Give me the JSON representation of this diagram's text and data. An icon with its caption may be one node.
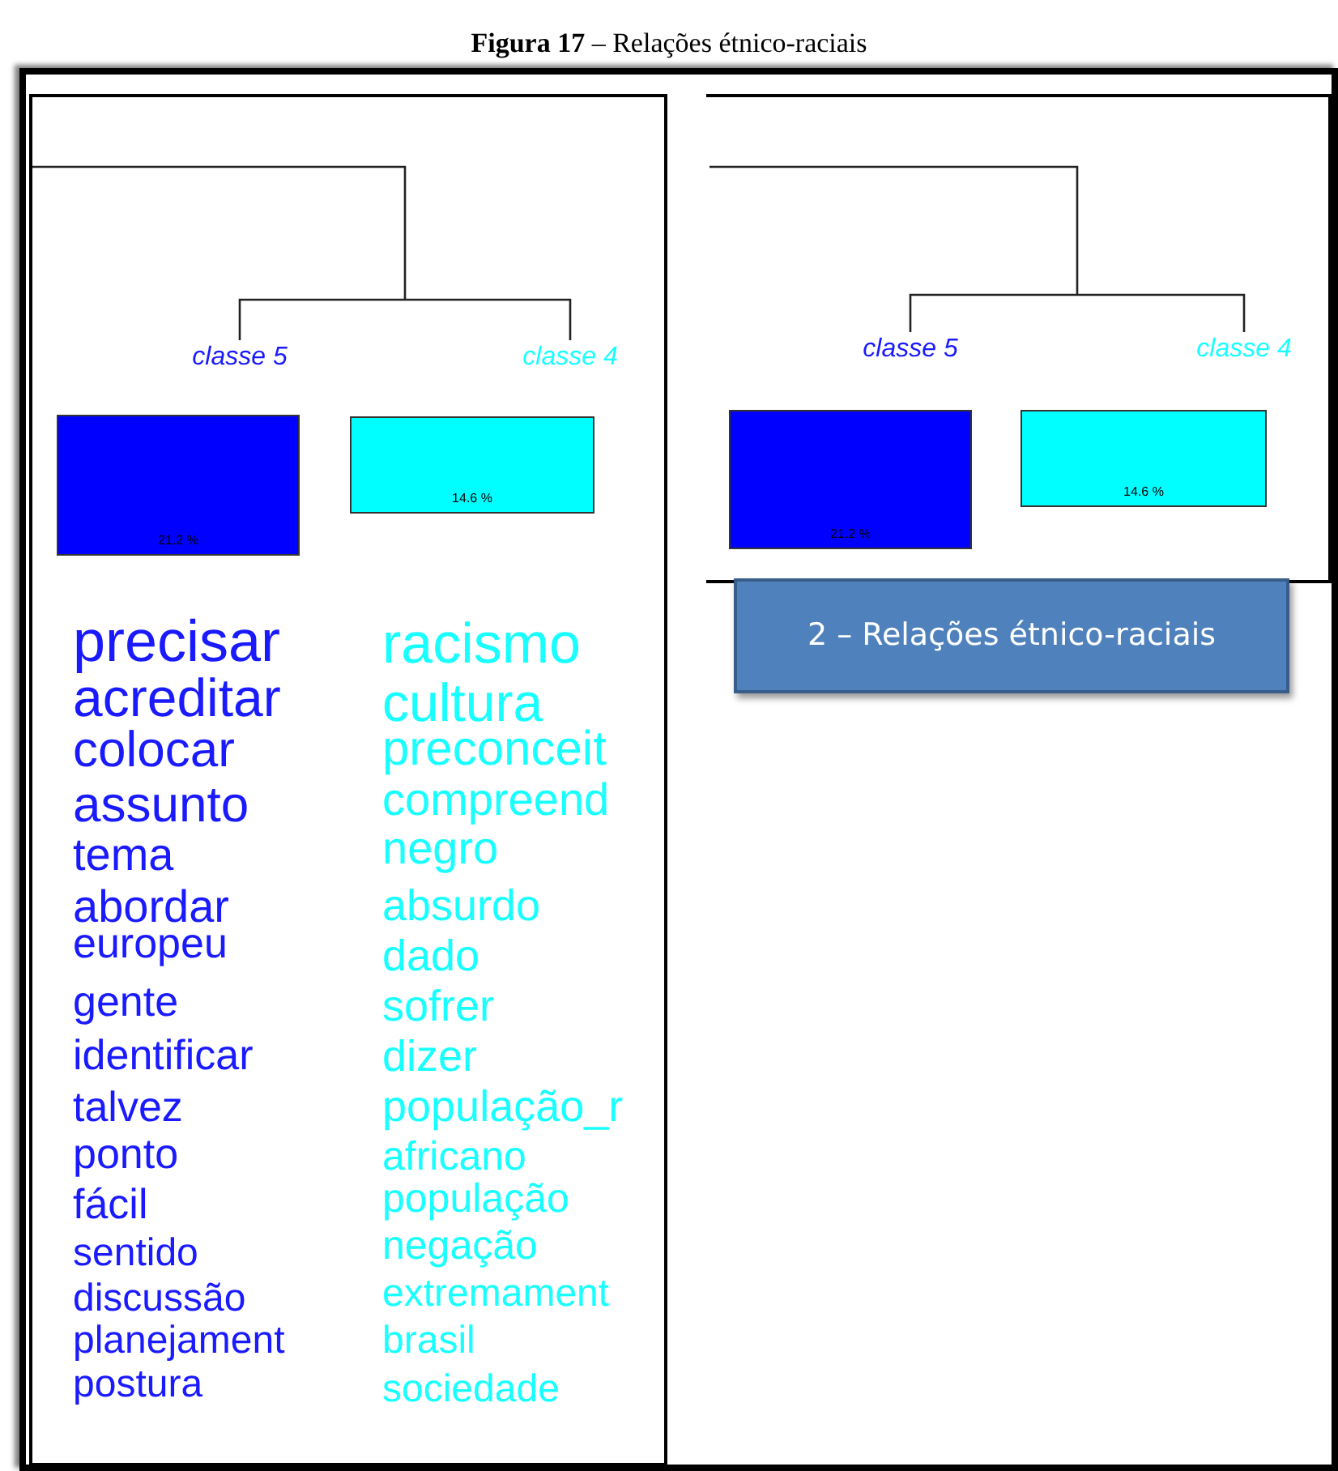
{
  "diagram": {
    "title": "**Figura 17** – Relações étnico-raciais",
    "nodes": [
      {
        "text": [
          "classe 5"
        ]
      },
      {
        "text": [
          "classe 4"
        ]
      },
      {
        "text": [
          "21.2 %"
        ]
      },
      {
        "text": [
          "14.6 %"
        ]
      },
      {
        "text": [
          "classe 5"
        ]
      },
      {
        "text": [
          "classe 4"
        ]
      },
      {
        "text": [
          "21.2 %"
        ]
      },
      {
        "text": [
          "14.6 %"
        ]
      },
      {
        "text": [
          "2 – Relações étnico-raciais"
        ]
      }
    ],
    "edges": [
      {
        "from": 0,
        "to": 1,
        "arrow": "none"
      },
      {
        "from": 4,
        "to": 5,
        "arrow": "none"
      }
    ],
    "labels": [
      "precisar",
      "acreditar",
      "colocar",
      "assunto",
      "tema",
      "abordar",
      "europeu",
      "gente",
      "identificar",
      "talvez",
      "ponto",
      "fácil",
      "sentido",
      "discussão",
      "planejament",
      "postura",
      "racismo",
      "cultura",
      "preconceit",
      "compreend",
      "negro",
      "absurdo",
      "dado",
      "sofrer",
      "dizer",
      "população_r",
      "africano",
      "população",
      "negação",
      "extremament",
      "brasil",
      "sociedade"
    ]
  }
}
